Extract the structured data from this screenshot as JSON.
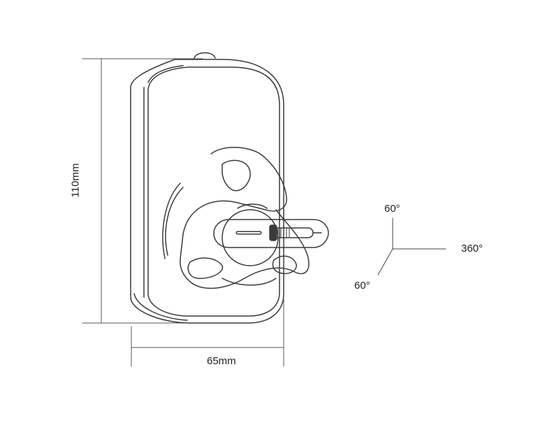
{
  "dimensions": {
    "height_label": "110mm",
    "width_label": "65mm"
  },
  "rotation_axes": {
    "tilt_up": "60°",
    "pan": "360°",
    "tilt_down": "60°"
  },
  "colors": {
    "line": "#3a3a3a",
    "dimension_line": "#555555",
    "background": "#ffffff"
  }
}
